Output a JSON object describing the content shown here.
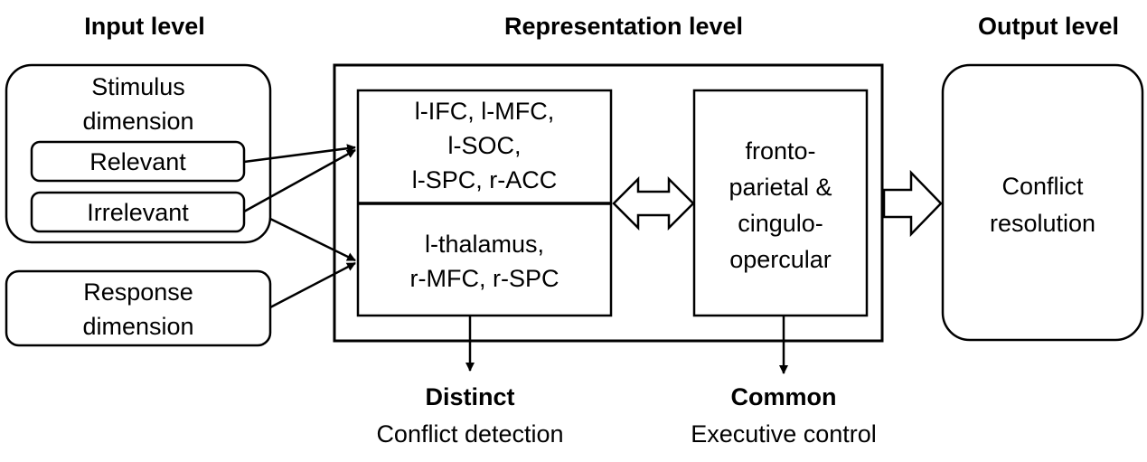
{
  "headers": {
    "input": "Input level",
    "representation": "Representation level",
    "output": "Output level"
  },
  "input": {
    "stimulus": "Stimulus\ndimension",
    "relevant": "Relevant",
    "irrelevant": "Irrelevant",
    "response": "Response\ndimension"
  },
  "representation": {
    "distinct_top": "l-IFC, l-MFC,\nl-SOC,\nl-SPC, r-ACC",
    "distinct_bottom": "l-thalamus,\nr-MFC, r-SPC",
    "common": "fronto-\nparietal &\ncingulo-\nopercular"
  },
  "output": {
    "box": "Conflict\nresolution"
  },
  "footer": {
    "distinct_title": "Distinct",
    "distinct_sub": "Conflict detection",
    "common_title": "Common",
    "common_sub": "Executive control"
  }
}
